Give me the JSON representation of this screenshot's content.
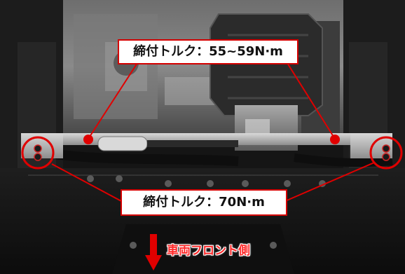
{
  "callouts": {
    "upper_torque": "締付トルク：55~59N·m",
    "lower_torque": "締付トルク：70N·m"
  },
  "direction": {
    "label": "車両フロント側"
  },
  "colors": {
    "highlight": "#d40000",
    "arrow": "#e00000",
    "front_label": "#ff2a2a",
    "callout_bg": "#ffffff"
  },
  "icons": {
    "direction_arrow": "arrow-down-icon"
  }
}
